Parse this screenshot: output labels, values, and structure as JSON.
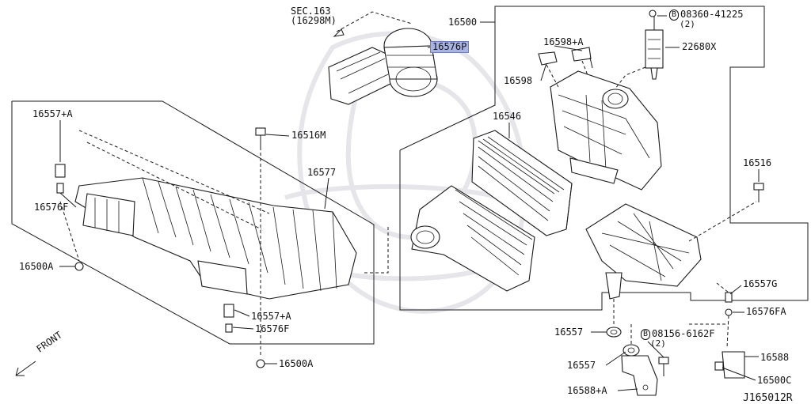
{
  "diagram_id": "J165012R",
  "direction_label": "FRONT",
  "sec_ref": {
    "line1": "SEC.163",
    "line2": "(16298M)"
  },
  "callouts": {
    "p16576P": "16576P",
    "p16500": "16500",
    "p08360": "08360-41225",
    "p08360_qty": "(2)",
    "p16598A": "16598+A",
    "p22680X": "22680X",
    "p16598": "16598",
    "p16546": "16546",
    "p16516": "16516",
    "p16557A_top": "16557+A",
    "p16516M": "16516M",
    "p16577": "16577",
    "p16576F_left": "16576F",
    "p16500A_left": "16500A",
    "p16557A_bottom": "16557+A",
    "p16576F_bottom": "16576F",
    "p16500A_bottom": "16500A",
    "p16557G": "16557G",
    "p16576FA": "16576FA",
    "p16557_a": "16557",
    "p08156": "08156-6162F",
    "p08156_qty": "(2)",
    "p16588": "16588",
    "p16557_b": "16557",
    "p16500C": "16500C",
    "p16588A": "16588+A"
  },
  "bolt_marker": "B",
  "highlight_color": "#a9b4e6"
}
